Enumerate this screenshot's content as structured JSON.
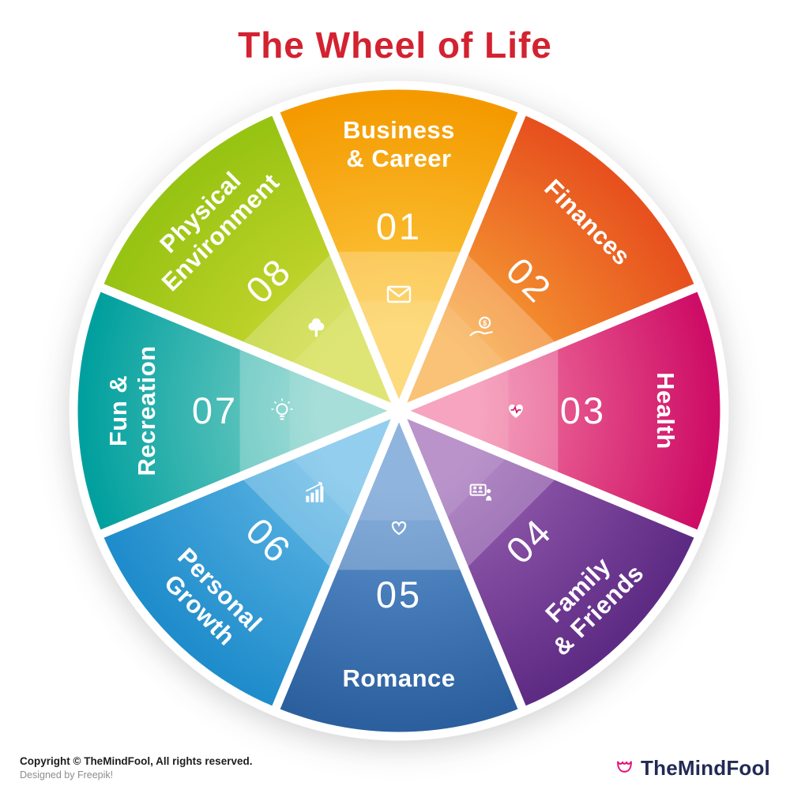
{
  "title": "The Wheel of Life",
  "title_color": "#d32230",
  "chart_data": {
    "type": "pie",
    "title": "The Wheel of Life",
    "segment_count": 8,
    "equal_slices": true,
    "segments": [
      {
        "number": "01",
        "label": "Business & Career",
        "lines": [
          "Business",
          "& Career"
        ],
        "icon": "envelope-icon",
        "color_inner": "#fdca43",
        "color_outer": "#f49a00"
      },
      {
        "number": "02",
        "label": "Finances",
        "lines": [
          "Finances"
        ],
        "icon": "money-hand-icon",
        "color_inner": "#f8a838",
        "color_outer": "#e7511e"
      },
      {
        "number": "03",
        "label": "Health",
        "lines": [
          "Health"
        ],
        "icon": "heart-pulse-icon",
        "color_inner": "#f27ba2",
        "color_outer": "#ce0d66"
      },
      {
        "number": "04",
        "label": "Family & Friends",
        "lines": [
          "Family",
          "& Friends"
        ],
        "icon": "family-icon",
        "color_inner": "#9a62b3",
        "color_outer": "#5e2b84"
      },
      {
        "number": "05",
        "label": "Romance",
        "lines": [
          "Romance"
        ],
        "icon": "heart-icon",
        "color_inner": "#5d93cf",
        "color_outer": "#2b5f9e"
      },
      {
        "number": "06",
        "label": "Personal Growth",
        "lines": [
          "Personal",
          "Growth"
        ],
        "icon": "growth-chart-icon",
        "color_inner": "#63b9e6",
        "color_outer": "#1f8ccb"
      },
      {
        "number": "07",
        "label": "Fun & Recreation",
        "lines": [
          "Fun &",
          "Recreation"
        ],
        "icon": "lightbulb-icon",
        "color_inner": "#7fd0c8",
        "color_outer": "#01a09e"
      },
      {
        "number": "08",
        "label": "Physical Environment",
        "lines": [
          "Physical",
          "Environment"
        ],
        "icon": "tree-icon",
        "color_inner": "#d2da36",
        "color_outer": "#97c313"
      }
    ]
  },
  "footer": {
    "copyright": "Copyright © TheMindFool, All rights reserved.",
    "credit": "Designed by Freepik!",
    "brand": "TheMindFool",
    "brand_color": "#222a54",
    "logo_icon": "tulip-icon",
    "logo_color": "#e8117e"
  }
}
